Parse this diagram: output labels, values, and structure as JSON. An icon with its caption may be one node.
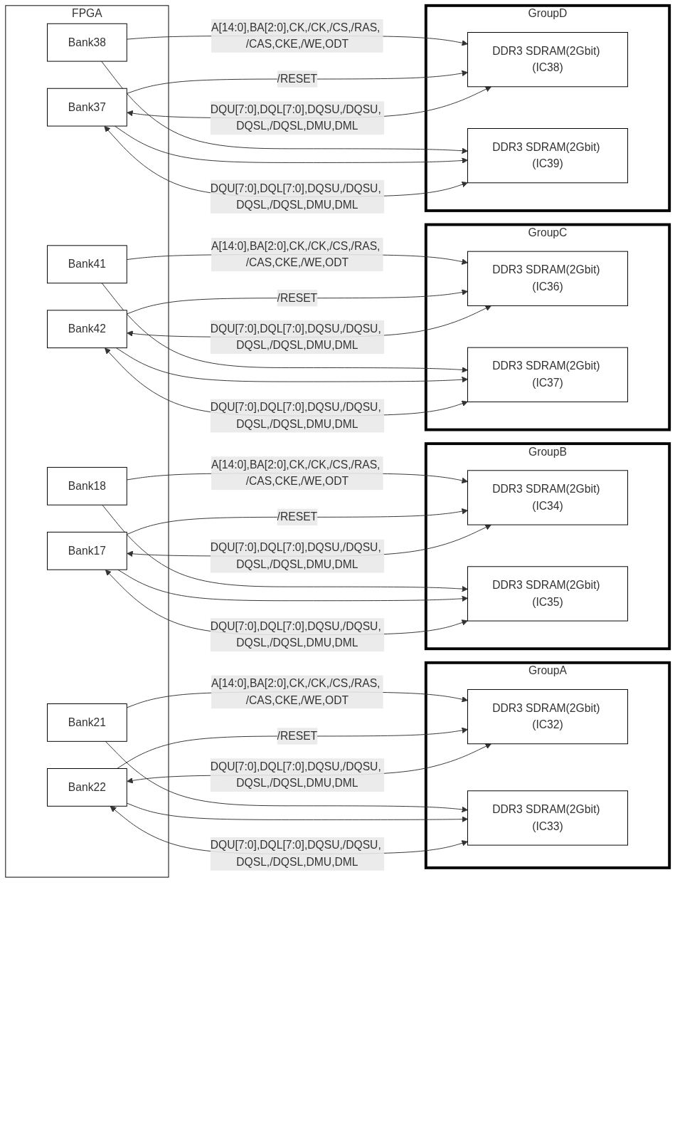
{
  "diagram": {
    "nodes": [
      {
        "text": [
          "FPGA"
        ]
      },
      {
        "text": [
          "Bank21"
        ],
        "in": 0
      },
      {
        "text": [
          "Bank22"
        ],
        "in": 0
      },
      {
        "text": [
          "Bank18"
        ],
        "in": 0
      },
      {
        "text": [
          "Bank17"
        ],
        "in": 0
      },
      {
        "text": [
          "Bank41"
        ],
        "in": 0
      },
      {
        "text": [
          "Bank42"
        ],
        "in": 0
      },
      {
        "text": [
          "Bank38"
        ],
        "in": 0
      },
      {
        "text": [
          "Bank37"
        ],
        "in": 0
      },
      {
        "text": [
          "GroupA"
        ]
      },
      {
        "text": [
          "DDR3 SDRAM(2Gbit) (IC32)"
        ],
        "in": 9
      },
      {
        "text": [
          "DDR3 SDRAM(2Gbit) (IC33)"
        ],
        "in": 9
      },
      {
        "text": [
          "GroupB"
        ]
      },
      {
        "text": [
          "DDR3 SDRAM(2Gbit) (IC34)"
        ],
        "in": 12
      },
      {
        "text": [
          "DDR3 SDRAM(2Gbit) (IC35)"
        ],
        "in": 12
      },
      {
        "text": [
          "GroupC"
        ]
      },
      {
        "text": [
          "DDR3 SDRAM(2Gbit) (IC36)"
        ],
        "in": 15
      },
      {
        "text": [
          "DDR3 SDRAM(2Gbit) (IC37)"
        ],
        "in": 15
      },
      {
        "text": [
          "GroupD"
        ]
      },
      {
        "text": [
          "DDR3 SDRAM(2Gbit) (IC38)"
        ],
        "in": 18
      },
      {
        "text": [
          "DDR3 SDRAM(2Gbit) (IC39)"
        ],
        "in": 18
      }
    ],
    "edges": [
      {
        "from": 1,
        "to": 10,
        "arrow": "to",
        "label": "A[14:0],BA[2:0],CK,/CK,/CS,/RAS, /CAS,CKE,/WE,ODT"
      },
      {
        "from": 1,
        "to": 11,
        "arrow": "to"
      },
      {
        "from": 2,
        "to": 10,
        "arrow": "to",
        "label": "/RESET"
      },
      {
        "from": 2,
        "to": 11,
        "arrow": "to"
      },
      {
        "from": 2,
        "to": 10,
        "arrow": "both",
        "label": "DQU[7:0],DQL[7:0],DQSU,/DQSU, DQSL,/DQSL,DMU,DML"
      },
      {
        "from": 2,
        "to": 11,
        "arrow": "both",
        "label": "DQU[7:0],DQL[7:0],DQSU,/DQSU, DQSL,/DQSL,DMU,DML"
      },
      {
        "from": 3,
        "to": 13,
        "arrow": "to",
        "label": "A[14:0],BA[2:0],CK,/CK,/CS,/RAS, /CAS,CKE,/WE,ODT"
      },
      {
        "from": 3,
        "to": 14,
        "arrow": "to"
      },
      {
        "from": 4,
        "to": 13,
        "arrow": "to",
        "label": "/RESET"
      },
      {
        "from": 4,
        "to": 14,
        "arrow": "to"
      },
      {
        "from": 4,
        "to": 13,
        "arrow": "both",
        "label": "DQU[7:0],DQL[7:0],DQSU,/DQSU, DQSL,/DQSL,DMU,DML"
      },
      {
        "from": 4,
        "to": 14,
        "arrow": "both",
        "label": "DQU[7:0],DQL[7:0],DQSU,/DQSU, DQSL,/DQSL,DMU,DML"
      },
      {
        "from": 5,
        "to": 16,
        "arrow": "to",
        "label": "A[14:0],BA[2:0],CK,/CK,/CS,/RAS, /CAS,CKE,/WE,ODT"
      },
      {
        "from": 5,
        "to": 17,
        "arrow": "to"
      },
      {
        "from": 6,
        "to": 16,
        "arrow": "to",
        "label": "/RESET"
      },
      {
        "from": 6,
        "to": 17,
        "arrow": "to"
      },
      {
        "from": 6,
        "to": 16,
        "arrow": "both",
        "label": "DQU[7:0],DQL[7:0],DQSU,/DQSU, DQSL,/DQSL,DMU,DML"
      },
      {
        "from": 6,
        "to": 17,
        "arrow": "both",
        "label": "DQU[7:0],DQL[7:0],DQSU,/DQSU, DQSL,/DQSL,DMU,DML"
      },
      {
        "from": 7,
        "to": 19,
        "arrow": "to",
        "label": "A[14:0],BA[2:0],CK,/CK,/CS,/RAS, /CAS,CKE,/WE,ODT"
      },
      {
        "from": 7,
        "to": 20,
        "arrow": "to"
      },
      {
        "from": 8,
        "to": 19,
        "arrow": "to",
        "label": "/RESET"
      },
      {
        "from": 8,
        "to": 20,
        "arrow": "to"
      },
      {
        "from": 8,
        "to": 19,
        "arrow": "both",
        "label": "DQU[7:0],DQL[7:0],DQSU,/DQSU, DQSL,/DQSL,DMU,DML"
      },
      {
        "from": 8,
        "to": 20,
        "arrow": "both",
        "label": "DQU[7:0],DQL[7:0],DQSU,/DQSU, DQSL,/DQSL,DMU,DML"
      }
    ]
  }
}
